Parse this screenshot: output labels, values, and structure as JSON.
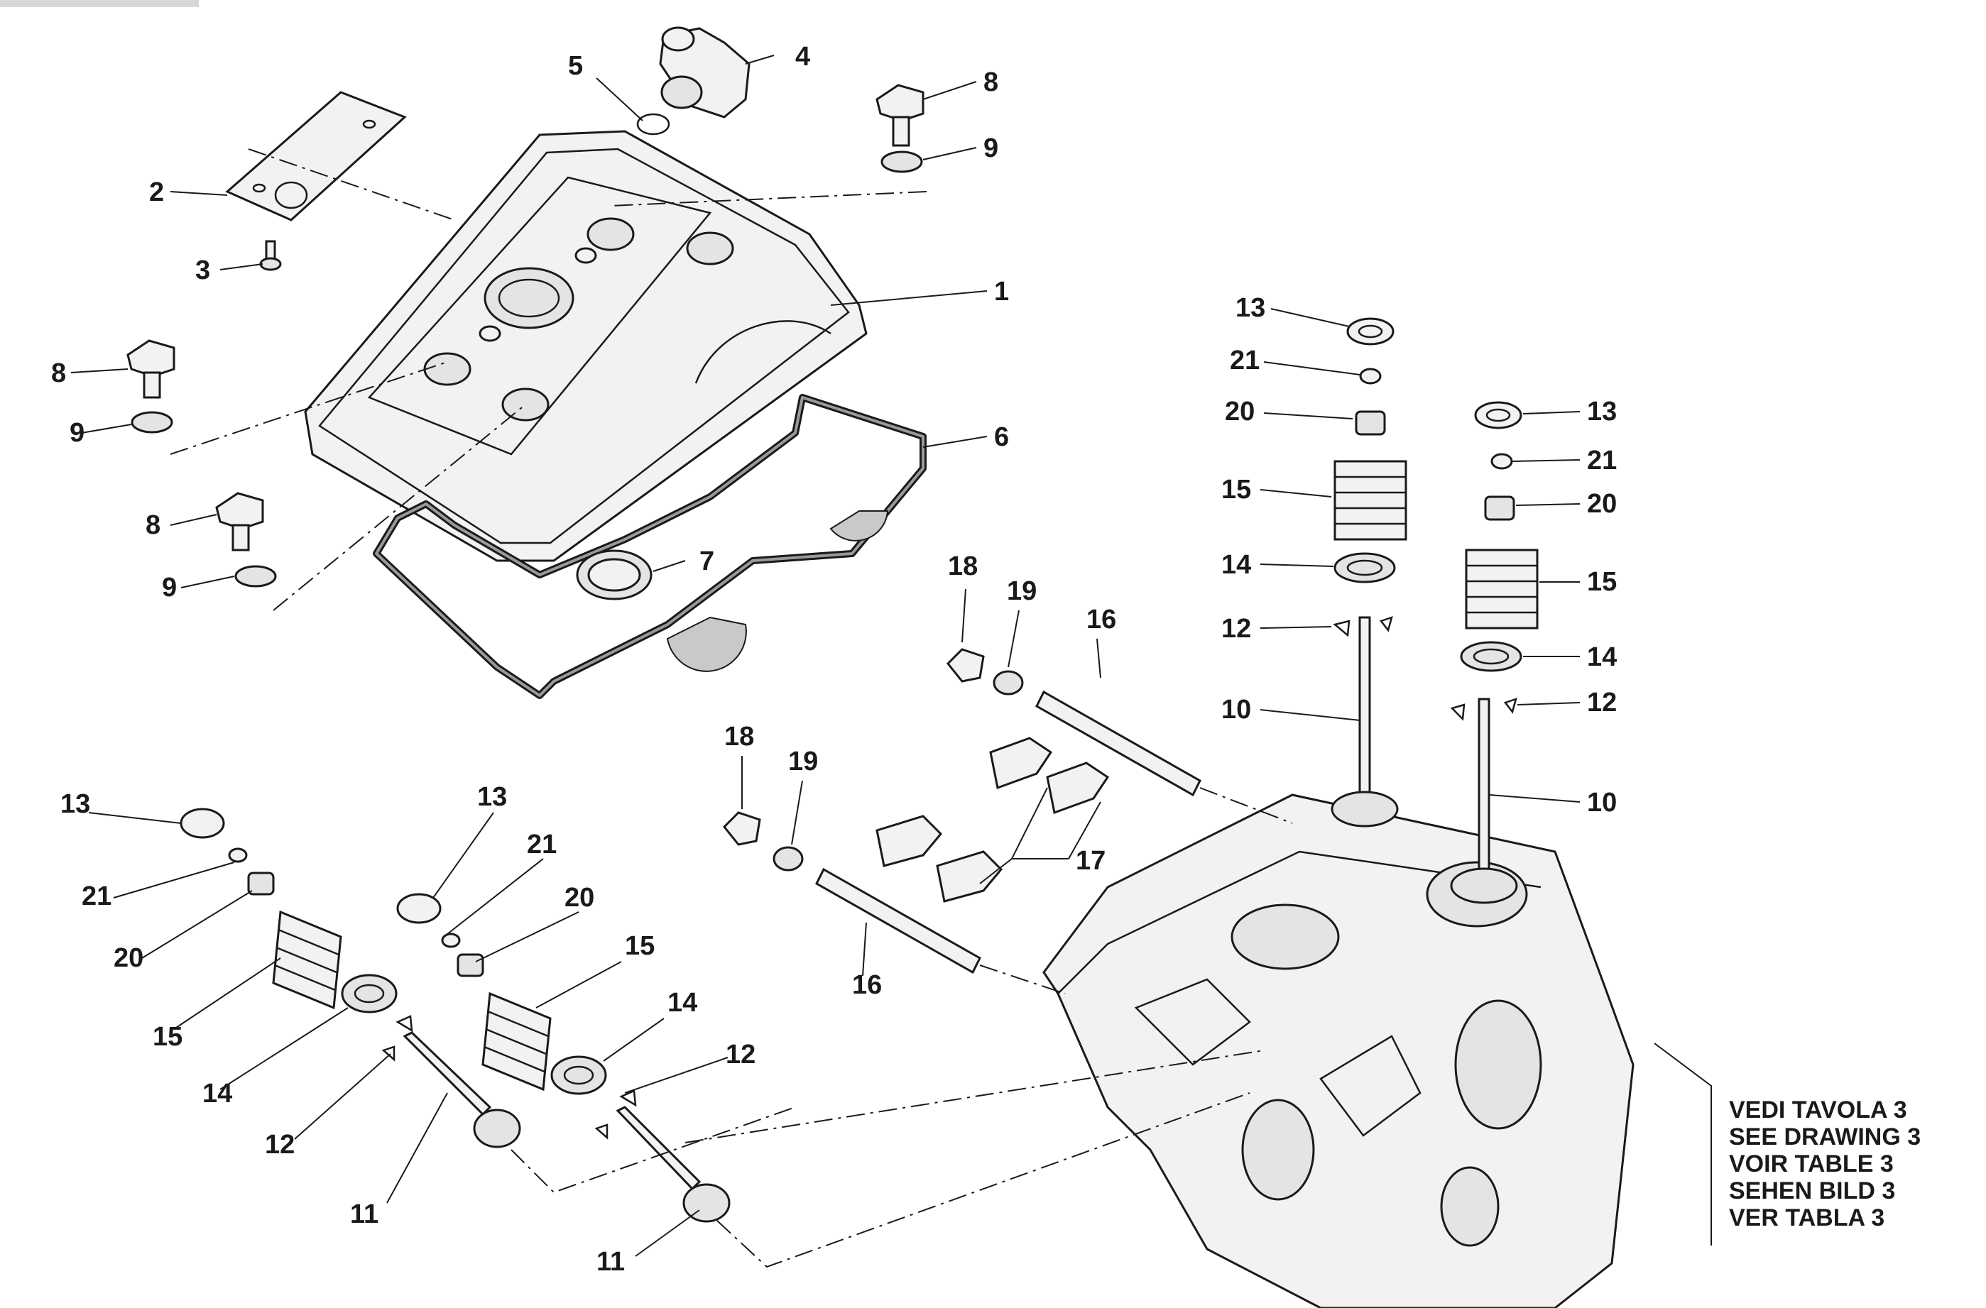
{
  "callouts": {
    "c1": "1",
    "c2": "2",
    "c3": "3",
    "c4": "4",
    "c5": "5",
    "c6": "6",
    "c7": "7",
    "c8a": "8",
    "c8b": "8",
    "c8c": "8",
    "c9a": "9",
    "c9b": "9",
    "c9c": "9",
    "c10a": "10",
    "c10b": "10",
    "c11a": "11",
    "c11b": "11",
    "c12a": "12",
    "c12b": "12",
    "c12c": "12",
    "c12d": "12",
    "c13a": "13",
    "c13b": "13",
    "c13c": "13",
    "c13d": "13",
    "c14a": "14",
    "c14b": "14",
    "c14c": "14",
    "c14d": "14",
    "c15a": "15",
    "c15b": "15",
    "c15c": "15",
    "c15d": "15",
    "c16a": "16",
    "c16b": "16",
    "c17": "17",
    "c18a": "18",
    "c18b": "18",
    "c19a": "19",
    "c19b": "19",
    "c20a": "20",
    "c20b": "20",
    "c20c": "20",
    "c20d": "20",
    "c21a": "21",
    "c21b": "21",
    "c21c": "21",
    "c21d": "21"
  },
  "reference_note": [
    "VEDI TAVOLA 3",
    "SEE DRAWING 3",
    "VOIR TABLE 3",
    "SEHEN BILD 3",
    "VER TABLA 3"
  ]
}
